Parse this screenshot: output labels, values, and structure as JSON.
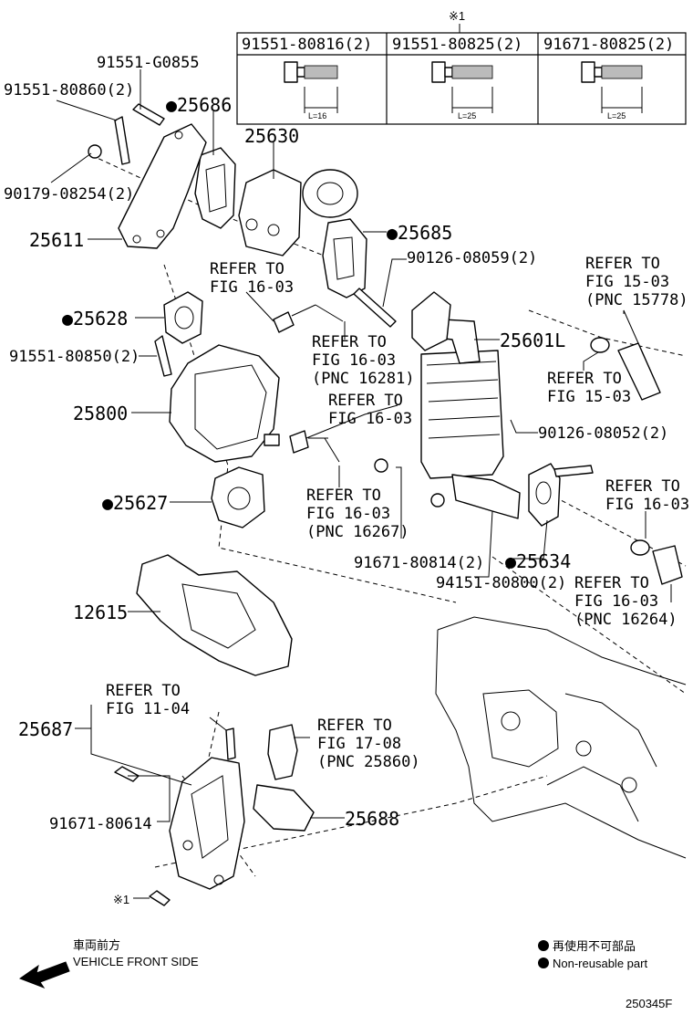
{
  "header": {
    "asterisk_mark": "※1"
  },
  "bolt_table": [
    {
      "part": "91551-80816(2)",
      "length": "L=16"
    },
    {
      "part": "91551-80825(2)",
      "length": "L=25"
    },
    {
      "part": "91671-80825(2)",
      "length": "L=25"
    }
  ],
  "callouts": {
    "c91551_G0855": "91551-G0855",
    "c91551_80860": "91551-80860(2)",
    "c25686": "●25686",
    "c25630": "25630",
    "c90179_08254": "90179-08254(2)",
    "c25611": "25611",
    "c25685": "●25685",
    "c90126_08059": "90126-08059(2)",
    "c25628": "●25628",
    "c91551_80850": "91551-80850(2)",
    "c25601L": "25601L",
    "c25800": "25800",
    "c90126_08052": "90126-08052(2)",
    "c25627": "●25627",
    "c91671_80814": "91671-80814(2)",
    "c25634": "●25634",
    "c94151_80800": "94151-80800(2)",
    "c12615": "12615",
    "c25687": "25687",
    "c91671_80614": "91671-80614",
    "c25688": "25688",
    "c_mark1": "※1"
  },
  "references": {
    "r1": {
      "line1": "REFER TO",
      "line2": "FIG 16-03"
    },
    "r2": {
      "line1": "REFER TO",
      "line2": "FIG 16-03",
      "line3": "(PNC 16281)"
    },
    "r3": {
      "line1": "REFER TO",
      "line2": "FIG 16-03"
    },
    "r4": {
      "line1": "REFER TO",
      "line2": "FIG 16-03",
      "line3": "(PNC 16267)"
    },
    "r5": {
      "line1": "REFER TO",
      "line2": "FIG 15-03",
      "line3": "(PNC 15778)"
    },
    "r6": {
      "line1": "REFER TO",
      "line2": "FIG 15-03"
    },
    "r7": {
      "line1": "REFER TO",
      "line2": "FIG 16-03"
    },
    "r8": {
      "line1": "REFER TO",
      "line2": "FIG 16-03",
      "line3": "(PNC 16264)"
    },
    "r9": {
      "line1": "REFER TO",
      "line2": "FIG 11-04"
    },
    "r10": {
      "line1": "REFER TO",
      "line2": "FIG 17-08",
      "line3": "(PNC 25860)"
    }
  },
  "footer": {
    "direction_jp": "車両前方",
    "direction_en": "VEHICLE FRONT SIDE",
    "legend_jp": "再使用不可部品",
    "legend_en": "Non-reusable part",
    "figure_code": "250345F"
  }
}
